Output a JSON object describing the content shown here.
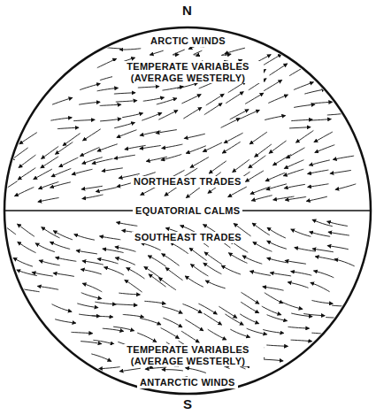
{
  "diagram": {
    "labels": [
      "N",
      "ARCTIC WINDS",
      "TEMPERATE VARIABLES (AVERAGE WESTERLY)",
      "NORTHEAST TRADES",
      "EQUATORIAL CALMS",
      "SOUTHEAST TRADES",
      "TEMPERATE VARIABLES (AVERAGE WESTERLY)",
      "ANTARCTIC WINDS",
      "S"
    ]
  }
}
